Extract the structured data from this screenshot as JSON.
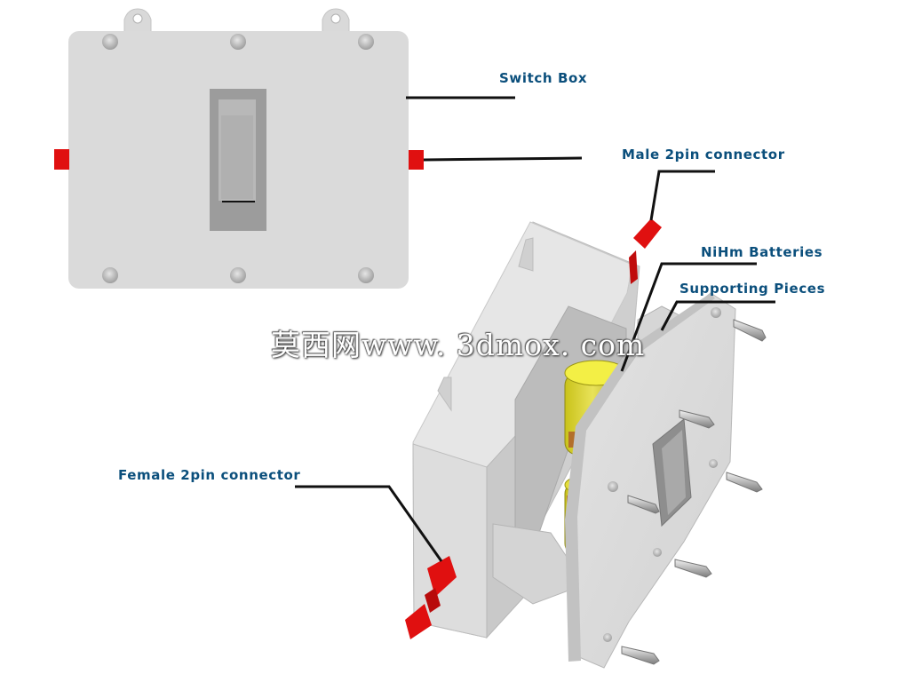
{
  "labels": {
    "switch_box": "Switch Box",
    "male_connector": "Male 2pin connector",
    "nihm_batteries": "NiHm Batteries",
    "supporting_pieces": "Supporting Pieces",
    "female_connector": "Female 2pin connector"
  },
  "watermark": "莫西网www. 3dmox. com",
  "colors": {
    "label_text": "#0b4f7c",
    "leader_line": "#111111",
    "plastic_face": "#dcdcdc",
    "plastic_light": "#ececec",
    "plastic_shadow": "#bdbdbd",
    "connector": "#e01010",
    "battery": "#d8d41a",
    "battery_cap": "#f2f040",
    "switch_frame": "#9a9a9a",
    "switch_rocker": "#b5b5b5"
  }
}
